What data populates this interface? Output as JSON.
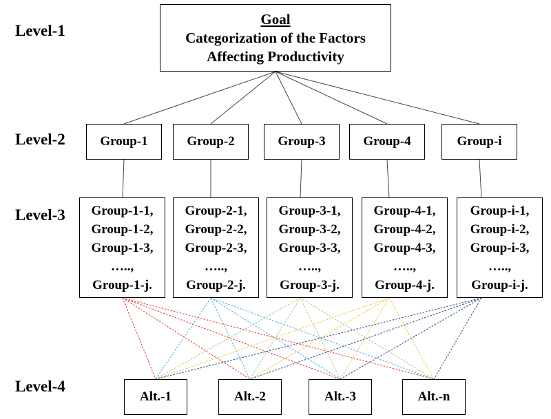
{
  "level_labels": [
    "Level-1",
    "Level-2",
    "Level-3",
    "Level-4"
  ],
  "goal": {
    "heading": "Goal",
    "line1": "Categorization of the Factors",
    "line2": "Affecting Productivity"
  },
  "groups": [
    "Group-1",
    "Group-2",
    "Group-3",
    "Group-4",
    "Group-i"
  ],
  "subgroups": [
    [
      "Group-1-1,",
      "Group-1-2,",
      "Group-1-3,",
      "…..,",
      "Group-1-j."
    ],
    [
      "Group-2-1,",
      "Group-2-2,",
      "Group-2-3,",
      "…..,",
      "Group-2-j."
    ],
    [
      "Group-3-1,",
      "Group-3-2,",
      "Group-3-3,",
      "…..,",
      "Group-3-j."
    ],
    [
      "Group-4-1,",
      "Group-4-2,",
      "Group-4-3,",
      "…..,",
      "Group-4-j."
    ],
    [
      "Group-i-1,",
      "Group-i-2,",
      "Group-i-3,",
      "…..,",
      "Group-i-j."
    ]
  ],
  "alternatives": [
    "Alt.-1",
    "Alt.-2",
    "Alt.-3",
    "Alt.-n"
  ],
  "connector_colors": [
    "#e8413c",
    "#4fb3e0",
    "#a6c98a",
    "#f5c842",
    "#3b4f8a"
  ]
}
